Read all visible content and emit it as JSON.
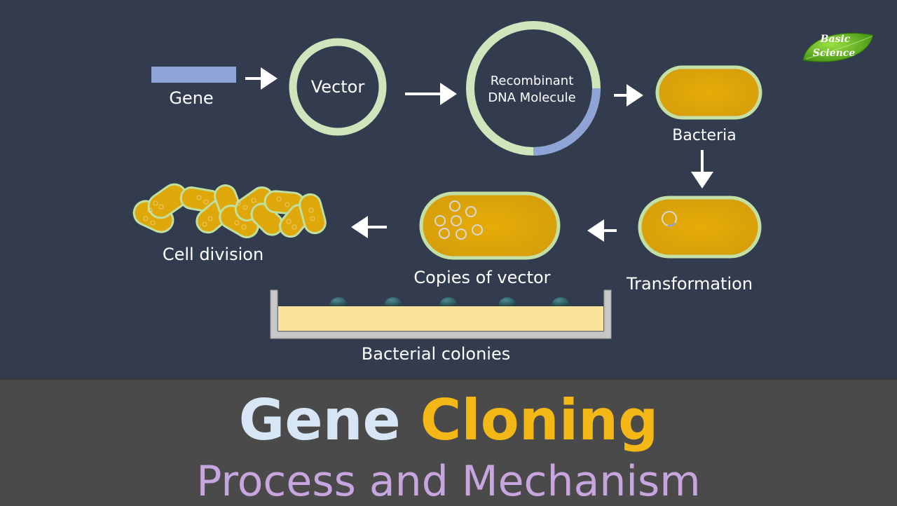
{
  "logo": {
    "line1": "Basic",
    "line2": "Science"
  },
  "labels": {
    "gene": "Gene",
    "vector": "Vector",
    "recombinant_line1": "Recombinant",
    "recombinant_line2": "DNA Molecule",
    "bacteria": "Bacteria",
    "transformation": "Transformation",
    "copies": "Copies of vector",
    "cell_division": "Cell division",
    "colonies": "Bacterial colonies"
  },
  "title": {
    "word1": "Gene",
    "word2": "Cloning"
  },
  "subtitle": "Process and Mechanism",
  "colors": {
    "background": "#323c4e",
    "banner": "#4a4a4a",
    "gene_segment": "#8ea3d6",
    "vector_ring": "#cfe5bb",
    "bacteria_fill": "#dea70a",
    "bacteria_outline": "#c2e0a6",
    "agar": "#fbe39a",
    "colony": "#2f5a62",
    "title_word1": "#d6e6f5",
    "title_word2": "#f3b816",
    "subtitle": "#c7a6e0"
  }
}
